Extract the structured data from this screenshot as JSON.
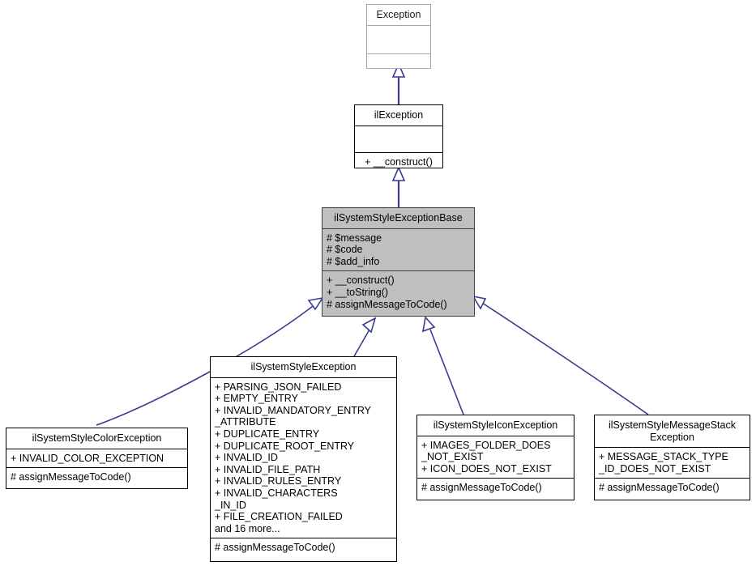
{
  "diagram": {
    "kind": "uml-class-inheritance-diagram",
    "background": "#ffffff",
    "edge_color": "#3b3b8f",
    "highlight_fill": "#bfbfbf",
    "border_color": "#000000",
    "faded_border_color": "#a8a8a8"
  },
  "nodes": {
    "exception": {
      "name": "Exception",
      "attributes": "",
      "operations": ""
    },
    "il_exception": {
      "name": "ilException",
      "attributes": "",
      "operations": "+ __construct()"
    },
    "base": {
      "name": "ilSystemStyleExceptionBase",
      "attributes": "# $message\n# $code\n# $add_info",
      "operations": "+  __construct()\n+  __toString()\n# assignMessageToCode()"
    },
    "style_exception": {
      "name": "ilSystemStyleException",
      "attributes": "+ PARSING_JSON_FAILED\n+ EMPTY_ENTRY\n+ INVALID_MANDATORY_ENTRY\n_ATTRIBUTE\n+ DUPLICATE_ENTRY\n+ DUPLICATE_ROOT_ENTRY\n+ INVALID_ID\n+ INVALID_FILE_PATH\n+ INVALID_RULES_ENTRY\n+ INVALID_CHARACTERS\n_IN_ID\n+ FILE_CREATION_FAILED\nand 16 more...",
      "operations": "# assignMessageToCode()"
    },
    "color_exception": {
      "name": "ilSystemStyleColorException",
      "attributes": "+ INVALID_COLOR_EXCEPTION",
      "operations": "# assignMessageToCode()"
    },
    "icon_exception": {
      "name": "ilSystemStyleIconException",
      "attributes": "+ IMAGES_FOLDER_DOES\n_NOT_EXIST\n+ ICON_DOES_NOT_EXIST",
      "operations": "# assignMessageToCode()"
    },
    "message_stack_exception": {
      "name": "ilSystemStyleMessageStack\nException",
      "attributes": "+ MESSAGE_STACK_TYPE\n_ID_DOES_NOT_EXIST",
      "operations": "# assignMessageToCode()"
    }
  },
  "edges": [
    {
      "from": "il_exception",
      "to": "exception",
      "type": "generalization"
    },
    {
      "from": "base",
      "to": "il_exception",
      "type": "generalization"
    },
    {
      "from": "style_exception",
      "to": "base",
      "type": "generalization"
    },
    {
      "from": "color_exception",
      "to": "base",
      "type": "generalization"
    },
    {
      "from": "icon_exception",
      "to": "base",
      "type": "generalization"
    },
    {
      "from": "message_stack_exception",
      "to": "base",
      "type": "generalization"
    }
  ]
}
